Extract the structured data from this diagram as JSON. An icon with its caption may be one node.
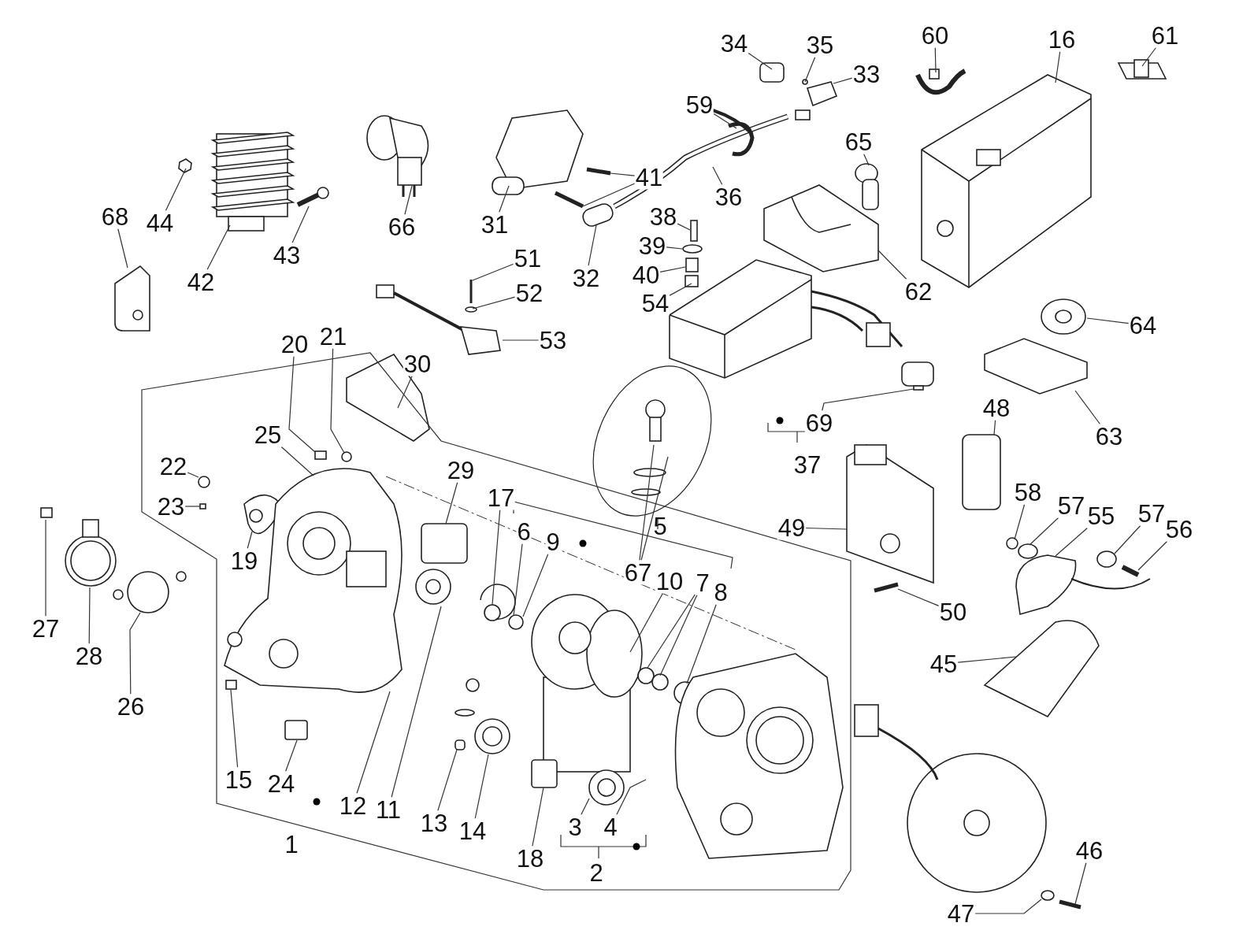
{
  "diagram": {
    "nodes": [
      {
        "text": [
          "34"
        ]
      },
      {
        "text": [
          "35"
        ]
      },
      {
        "text": [
          "60"
        ]
      },
      {
        "text": [
          "16"
        ]
      },
      {
        "text": [
          "61"
        ]
      },
      {
        "text": [
          "33"
        ]
      },
      {
        "text": [
          "59"
        ]
      },
      {
        "text": [
          "65"
        ]
      },
      {
        "text": [
          "41"
        ]
      },
      {
        "text": [
          "36"
        ]
      },
      {
        "text": [
          "44"
        ]
      },
      {
        "text": [
          "66"
        ]
      },
      {
        "text": [
          "31"
        ]
      },
      {
        "text": [
          "68"
        ]
      },
      {
        "text": [
          "43"
        ]
      },
      {
        "text": [
          "38"
        ]
      },
      {
        "text": [
          "39"
        ]
      },
      {
        "text": [
          "40"
        ]
      },
      {
        "text": [
          "42"
        ]
      },
      {
        "text": [
          "32"
        ]
      },
      {
        "text": [
          "51"
        ]
      },
      {
        "text": [
          "52"
        ]
      },
      {
        "text": [
          "62"
        ]
      },
      {
        "text": [
          "54"
        ]
      },
      {
        "text": [
          "64"
        ]
      },
      {
        "text": [
          "20"
        ]
      },
      {
        "text": [
          "21"
        ]
      },
      {
        "text": [
          "53"
        ]
      },
      {
        "text": [
          "30"
        ]
      },
      {
        "text": [
          "69"
        ]
      },
      {
        "text": [
          "48"
        ]
      },
      {
        "text": [
          "63"
        ]
      },
      {
        "text": [
          "25"
        ]
      },
      {
        "text": [
          "22"
        ]
      },
      {
        "text": [
          "29"
        ]
      },
      {
        "text": [
          "17"
        ]
      },
      {
        "text": [
          "23"
        ]
      },
      {
        "text": [
          "6"
        ]
      },
      {
        "text": [
          "49"
        ]
      },
      {
        "text": [
          "9"
        ]
      },
      {
        "text": [
          "58"
        ]
      },
      {
        "text": [
          "57"
        ]
      },
      {
        "text": [
          "55"
        ]
      },
      {
        "text": [
          "57"
        ]
      },
      {
        "text": [
          "56"
        ]
      },
      {
        "text": [
          "19"
        ]
      },
      {
        "text": [
          "67"
        ]
      },
      {
        "text": [
          "10"
        ]
      },
      {
        "text": [
          "7"
        ]
      },
      {
        "text": [
          "8"
        ]
      },
      {
        "text": [
          "27"
        ]
      },
      {
        "text": [
          "28"
        ]
      },
      {
        "text": [
          "50"
        ]
      },
      {
        "text": [
          "45"
        ]
      },
      {
        "text": [
          "26"
        ]
      },
      {
        "text": [
          "15"
        ]
      },
      {
        "text": [
          "24"
        ]
      },
      {
        "text": [
          "12"
        ]
      },
      {
        "text": [
          "11"
        ]
      },
      {
        "text": [
          "13"
        ]
      },
      {
        "text": [
          "14"
        ]
      },
      {
        "text": [
          "18"
        ]
      },
      {
        "text": [
          "3"
        ]
      },
      {
        "text": [
          "4"
        ]
      },
      {
        "text": [
          "46"
        ]
      },
      {
        "text": [
          "47"
        ]
      }
    ],
    "edges": [
      {
        "from": 0,
        "to": null,
        "arrow": "none"
      },
      {
        "from": 1,
        "to": null,
        "arrow": "none"
      },
      {
        "from": 2,
        "to": null,
        "arrow": "none"
      },
      {
        "from": 3,
        "to": null,
        "arrow": "none"
      },
      {
        "from": 4,
        "to": null,
        "arrow": "none"
      },
      {
        "from": 5,
        "to": null,
        "arrow": "none"
      },
      {
        "from": 6,
        "to": null,
        "arrow": "none"
      },
      {
        "from": 7,
        "to": null,
        "arrow": "none"
      },
      {
        "from": 8,
        "to": null,
        "arrow": "none"
      },
      {
        "from": 8,
        "to": null,
        "arrow": "none"
      },
      {
        "from": 9,
        "to": null,
        "arrow": "none"
      },
      {
        "from": 10,
        "to": null,
        "arrow": "none"
      },
      {
        "from": 11,
        "to": null,
        "arrow": "none"
      },
      {
        "from": 12,
        "to": null,
        "arrow": "none"
      },
      {
        "from": 13,
        "to": null,
        "arrow": "none"
      },
      {
        "from": 14,
        "to": null,
        "arrow": "none"
      },
      {
        "from": 15,
        "to": null,
        "arrow": "none"
      },
      {
        "from": 16,
        "to": null,
        "arrow": "none"
      },
      {
        "from": 17,
        "to": null,
        "arrow": "none"
      },
      {
        "from": 18,
        "to": null,
        "arrow": "none"
      },
      {
        "from": 19,
        "to": null,
        "arrow": "none"
      },
      {
        "from": 20,
        "to": null,
        "arrow": "none"
      },
      {
        "from": 21,
        "to": null,
        "arrow": "none"
      },
      {
        "from": 22,
        "to": null,
        "arrow": "none"
      },
      {
        "from": 23,
        "to": null,
        "arrow": "none"
      },
      {
        "from": 24,
        "to": null,
        "arrow": "none"
      },
      {
        "from": 25,
        "to": null,
        "arrow": "none"
      },
      {
        "from": 26,
        "to": null,
        "arrow": "none"
      },
      {
        "from": 27,
        "to": null,
        "arrow": "none"
      },
      {
        "from": 28,
        "to": null,
        "arrow": "none"
      },
      {
        "from": 29,
        "to": null,
        "arrow": "none"
      },
      {
        "from": 30,
        "to": null,
        "arrow": "none"
      },
      {
        "from": 31,
        "to": null,
        "arrow": "none"
      },
      {
        "from": 32,
        "to": null,
        "arrow": "none"
      },
      {
        "from": 33,
        "to": null,
        "arrow": "none"
      },
      {
        "from": 34,
        "to": null,
        "arrow": "none"
      },
      {
        "from": 35,
        "to": null,
        "arrow": "none"
      },
      {
        "from": 36,
        "to": null,
        "arrow": "none"
      },
      {
        "from": 37,
        "to": null,
        "arrow": "none"
      },
      {
        "from": 38,
        "to": null,
        "arrow": "none"
      },
      {
        "from": 39,
        "to": null,
        "arrow": "none"
      },
      {
        "from": 40,
        "to": null,
        "arrow": "none"
      },
      {
        "from": 41,
        "to": null,
        "arrow": "none"
      },
      {
        "from": 42,
        "to": null,
        "arrow": "none"
      },
      {
        "from": 43,
        "to": null,
        "arrow": "none"
      },
      {
        "from": 44,
        "to": null,
        "arrow": "none"
      },
      {
        "from": 45,
        "to": null,
        "arrow": "none"
      },
      {
        "from": 46,
        "to": null,
        "arrow": "none"
      },
      {
        "from": 46,
        "to": null,
        "arrow": "none"
      },
      {
        "from": 47,
        "to": null,
        "arrow": "none"
      },
      {
        "from": 48,
        "to": null,
        "arrow": "none"
      },
      {
        "from": 48,
        "to": null,
        "arrow": "none"
      },
      {
        "from": 49,
        "to": null,
        "arrow": "none"
      },
      {
        "from": 50,
        "to": null,
        "arrow": "none"
      },
      {
        "from": 51,
        "to": null,
        "arrow": "none"
      },
      {
        "from": 52,
        "to": null,
        "arrow": "none"
      },
      {
        "from": 53,
        "to": null,
        "arrow": "none"
      },
      {
        "from": 54,
        "to": null,
        "arrow": "none"
      },
      {
        "from": 55,
        "to": null,
        "arrow": "none"
      },
      {
        "from": 56,
        "to": null,
        "arrow": "none"
      },
      {
        "from": 57,
        "to": null,
        "arrow": "none"
      },
      {
        "from": 58,
        "to": null,
        "arrow": "none"
      },
      {
        "from": 59,
        "to": null,
        "arrow": "none"
      },
      {
        "from": 60,
        "to": null,
        "arrow": "none"
      },
      {
        "from": 61,
        "to": null,
        "arrow": "none"
      },
      {
        "from": 62,
        "to": null,
        "arrow": "none"
      },
      {
        "from": 63,
        "to": null,
        "arrow": "none"
      },
      {
        "from": 64,
        "to": null,
        "arrow": "none"
      },
      {
        "from": 65,
        "to": null,
        "arrow": "none"
      }
    ],
    "labels": [
      "37",
      "5",
      "1",
      "2"
    ]
  }
}
